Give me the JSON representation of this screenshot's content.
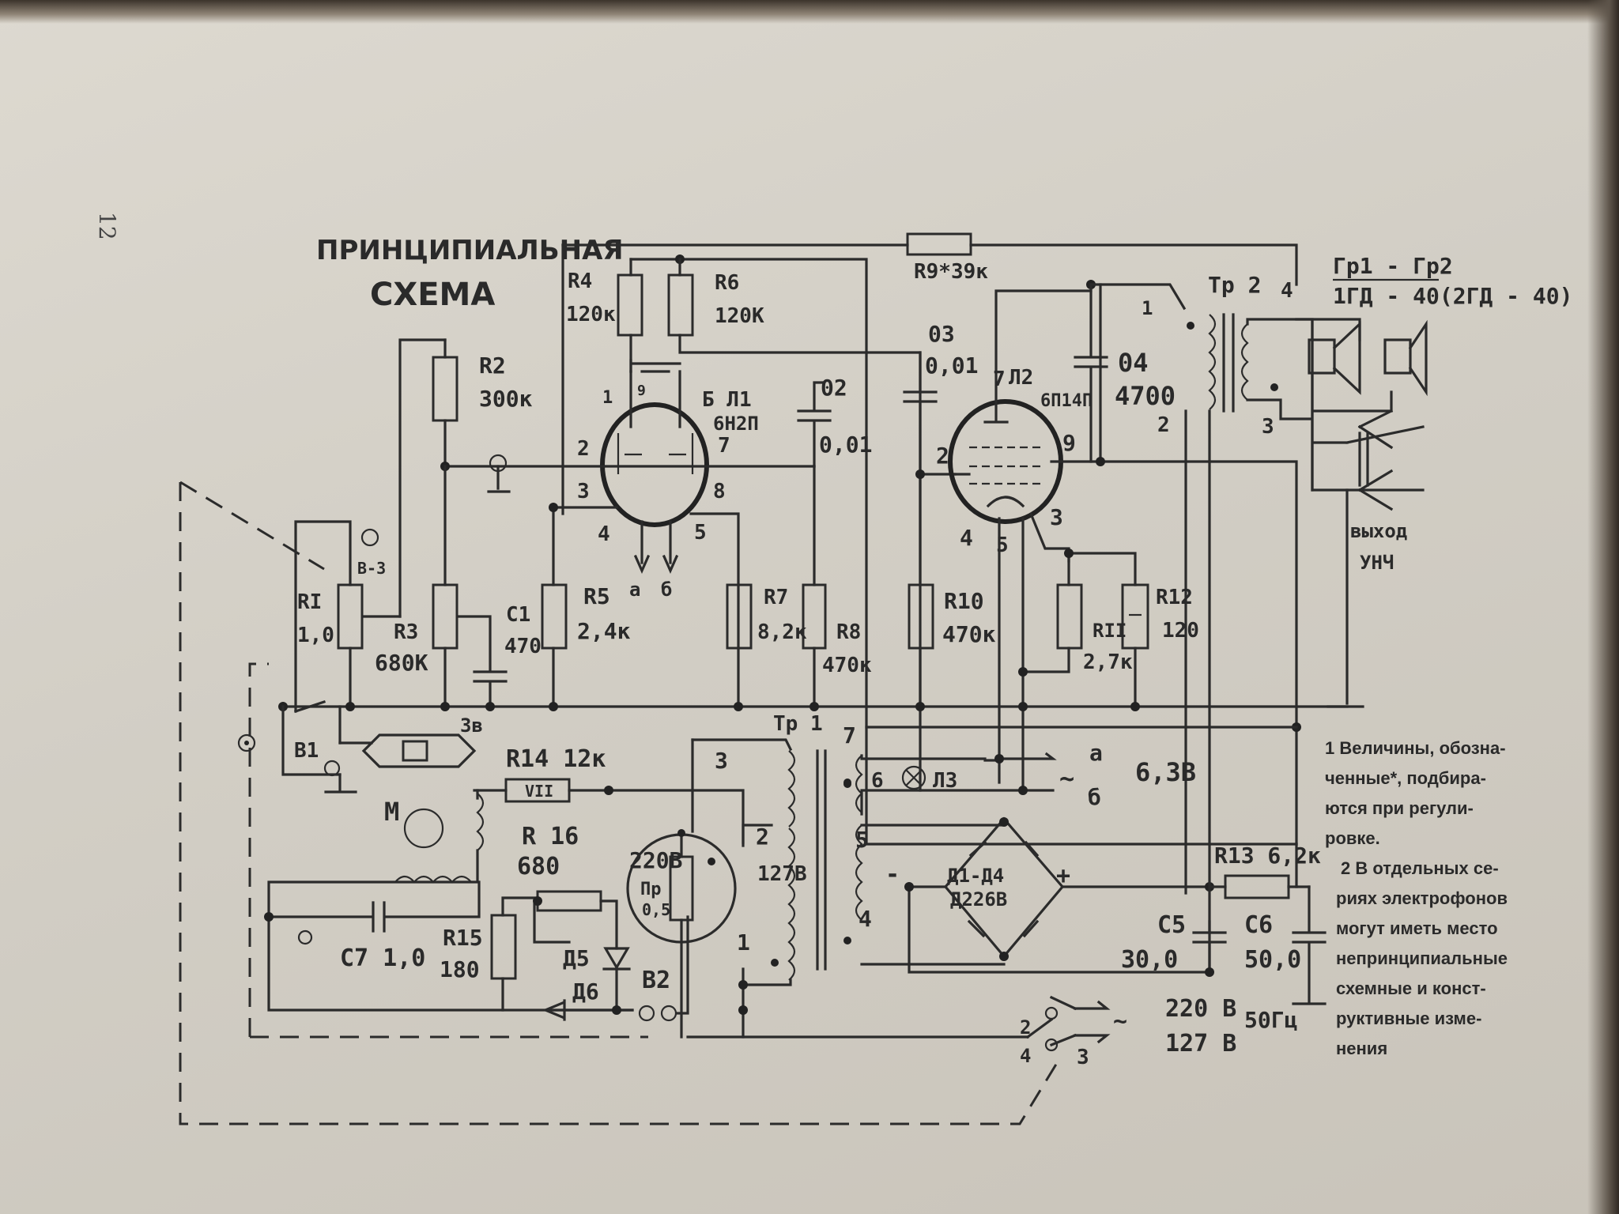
{
  "page": {
    "number": "12"
  },
  "diagram": {
    "title_line1": "ПРИНЦИПИАЛЬНАЯ",
    "title_line2": "СХЕМА",
    "labels": {
      "r4": "R4",
      "r4_val": "120к",
      "r6": "R6",
      "r6_val": "120К",
      "r9": "R9*39к",
      "r2": "R2",
      "r2_val": "300к",
      "r1": "RI",
      "r1_val": "1,0",
      "v3": "В-3",
      "r3": "R3",
      "r3_val": "680К",
      "c1": "C1",
      "c1_val": "470",
      "r5": "R5",
      "r5_val": "2,4к",
      "r7": "R7",
      "r7_val": "8,2к",
      "r8": "R8",
      "r8_val": "470к",
      "r10": "R10",
      "r10_val": "470к",
      "r11": "RII",
      "r11_val": "2,7к",
      "r12": "R12",
      "r12_val": "120",
      "c2": "02",
      "c2_val": "0,01",
      "c3": "03",
      "c3_val": "0,01",
      "c4": "04",
      "c4_val": "4700",
      "l1": "Б Л1",
      "l1_type": "6Н2П",
      "l2": "Л2",
      "l2_type": "6П14П",
      "tr2": "Тр 2",
      "gr": "Гр1 - Гр2",
      "gr_type": "1ГД - 40(2ГД - 40)",
      "output1": "выход",
      "output2": "УНЧ",
      "tr1": "Тр 1",
      "r14": "R14  12к",
      "vii": "VII",
      "r16": "R 16",
      "r16_val": "680",
      "c7": "C7 1,0",
      "r15": "R15",
      "r15_val": "180",
      "d5": "Д5",
      "d6": "Д6",
      "b1": "В1",
      "b2": "В2",
      "m": "M",
      "v220": "220В",
      "v127": "127В",
      "pr": "Пр",
      "pr_val": "0,5",
      "l3": "Л3",
      "v63": "6,3В",
      "a": "а",
      "b": "б",
      "d1d4": "Д1-Д4",
      "d226": "Д226В",
      "r13": "R13 6,2к",
      "c5": "C5",
      "c5_val": "30,0",
      "c6": "C6",
      "c6_val": "50,0",
      "mains1": "220 В",
      "mains2": "127 В",
      "hz": "50Гц",
      "pin_3v": "3в",
      "tilde": "~"
    },
    "notes": [
      "1 Величины, обозна-",
      "ченные*, подбира-",
      "ются при регули-",
      "ровке.",
      "2 В отдельных се-",
      "риях электрофонов",
      "могут иметь место",
      "непринципиальные",
      "схемные и конст-",
      "руктивные изме-",
      "нения"
    ]
  }
}
